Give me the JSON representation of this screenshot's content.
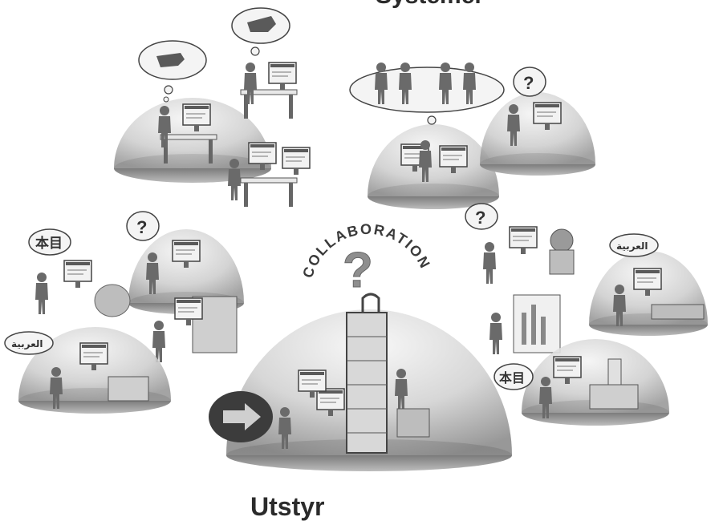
{
  "labels": {
    "top_title": "Systemer",
    "bottom_title": "Utstyr",
    "collaboration_word": "COLLABORATION",
    "center_question": "?"
  },
  "speech_bubbles": {
    "question": "?",
    "chinese": "本目",
    "arabic": "العربية"
  },
  "icons": [
    "dome-scene",
    "person-icon",
    "computer-monitor-icon",
    "thought-bubble-icon",
    "speech-bubble-icon",
    "pointing-hand-icon",
    "arrow-icon",
    "industrial-tank-icon",
    "valve-icon"
  ],
  "colors": {
    "background": "#ffffff",
    "dome_fill": "#d0d0d0",
    "figure": "#6a6a6a",
    "text": "#2b2b2b"
  }
}
